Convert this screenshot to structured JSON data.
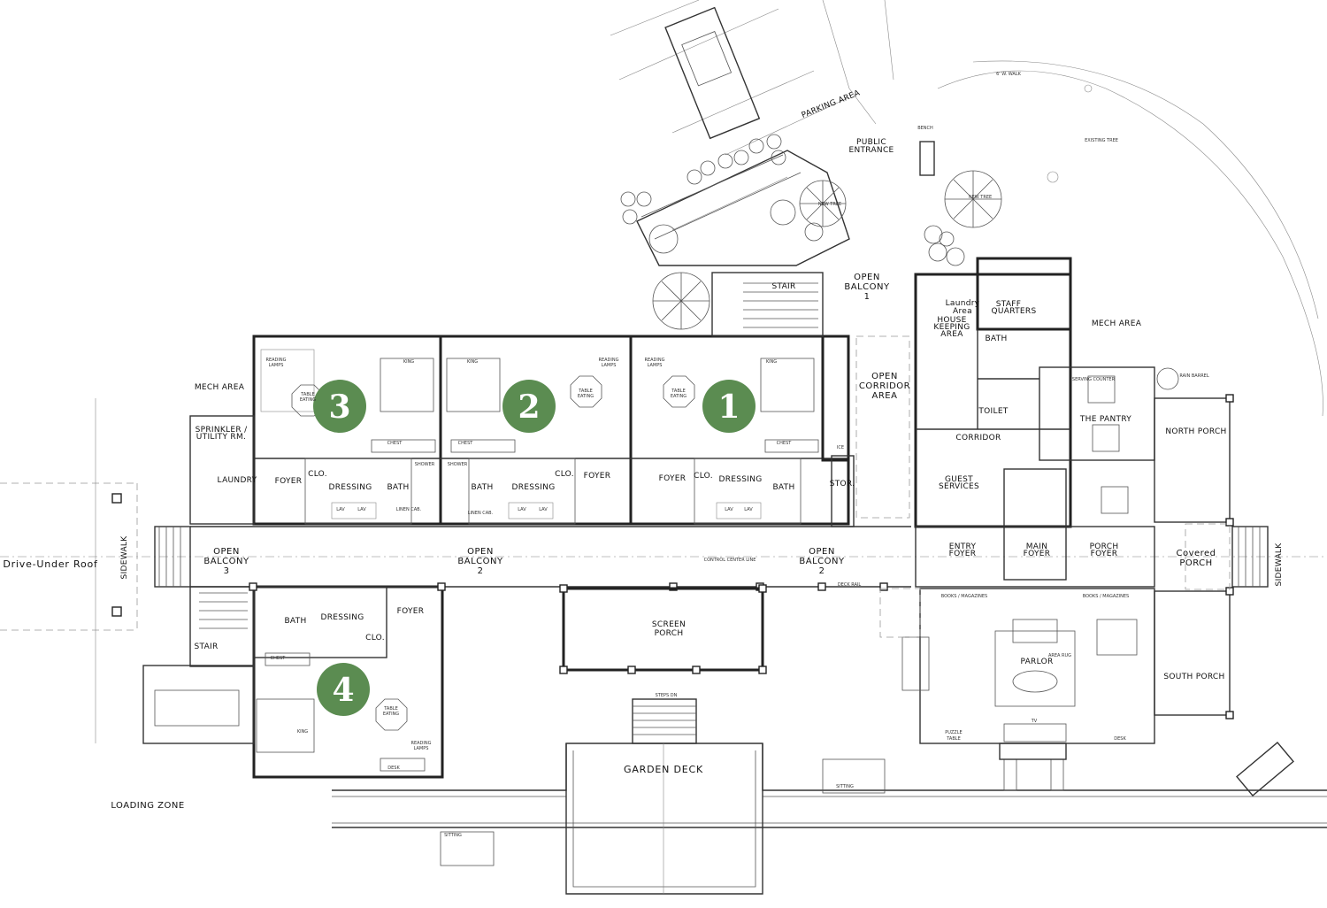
{
  "colors": {
    "badge": "#5b8c51",
    "line": "#222222",
    "background": "#ffffff"
  },
  "units": [
    {
      "number": "3"
    },
    {
      "number": "2"
    },
    {
      "number": "1"
    },
    {
      "number": "4"
    }
  ],
  "labels": {
    "parking_area": "PARKING AREA",
    "public_entrance_1": "PUBLIC",
    "public_entrance_2": "ENTRANCE",
    "open_balcony_top_1": "OPEN",
    "open_balcony_top_2": "BALCONY",
    "open_balcony_top_3": "1",
    "stair_top": "STAIR",
    "open_corridor_1": "OPEN",
    "open_corridor_2": "CORRIDOR",
    "open_corridor_3": "AREA",
    "laundry_area_1": "Laundry",
    "laundry_area_2": "Area",
    "housekeeping_1": "HOUSE",
    "housekeeping_2": "KEEPING",
    "housekeeping_3": "AREA",
    "staff_quarters_1": "STAFF",
    "staff_quarters_2": "QUARTERS",
    "staff_bath": "BATH",
    "toilet": "TOILET",
    "corridor": "CORRIDOR",
    "guest_services_1": "GUEST",
    "guest_services_2": "SERVICES",
    "mech_area_right": "MECH AREA",
    "the_pantry": "THE PANTRY",
    "serving_counter": "SERVING COUNTER",
    "north_porch": "NORTH PORCH",
    "rain_barrel": "RAIN BARREL",
    "mech_area_left": "MECH AREA",
    "sprinkler_1": "SPRINKLER /",
    "sprinkler_2": "UTILITY RM.",
    "laundry": "LAUNDRY",
    "foyer": "FOYER",
    "clo": "CLO.",
    "dressing": "DRESSING",
    "bath": "BATH",
    "stor": "STOR.",
    "entry_foyer_1": "ENTRY",
    "entry_foyer_2": "FOYER",
    "main_foyer_1": "MAIN",
    "main_foyer_2": "FOYER",
    "porch_foyer_1": "PORCH",
    "porch_foyer_2": "FOYER",
    "covered_porch_1": "Covered",
    "covered_porch_2": "PORCH",
    "sidewalk": "SIDEWALK",
    "drive_under_roof": "Drive-Under Roof",
    "open_balcony_3_1": "OPEN",
    "open_balcony_3_2": "BALCONY",
    "open_balcony_3_3": "3",
    "open_balcony_2a_1": "OPEN",
    "open_balcony_2a_2": "BALCONY",
    "open_balcony_2a_3": "2",
    "open_balcony_2b_1": "OPEN",
    "open_balcony_2b_2": "BALCONY",
    "open_balcony_2b_3": "2",
    "control_center_line": "CONTROL CENTER LINE",
    "deck_rail": "DECK RAIL",
    "screen_porch_1": "SCREEN",
    "screen_porch_2": "PORCH",
    "steps_dn": "STEPS DN",
    "parlor": "PARLOR",
    "books_magazines": "BOOKS / MAGAZINES",
    "south_porch": "SOUTH PORCH",
    "puzzle_table_1": "PUZZLE",
    "puzzle_table_2": "TABLE",
    "desk": "DESK",
    "stair": "STAIR",
    "garden_deck": "GARDEN DECK",
    "loading_zone": "LOADING ZONE",
    "sitting": "SITTING",
    "king": "KING",
    "table_eating_1": "TABLE",
    "table_eating_2": "EATING",
    "reading_lamps_1": "READING",
    "reading_lamps_2": "LAMPS",
    "chest": "CHEST",
    "lav": "LAV",
    "area_rug": "AREA RUG",
    "new_tree": "NEW TREE",
    "existing_tree": "EXISTING TREE",
    "walk": "6' W. WALK",
    "bench": "BENCH",
    "tv": "TV",
    "ice": "ICE",
    "shower": "SHOWER",
    "linen_cab": "LINEN CAB."
  }
}
